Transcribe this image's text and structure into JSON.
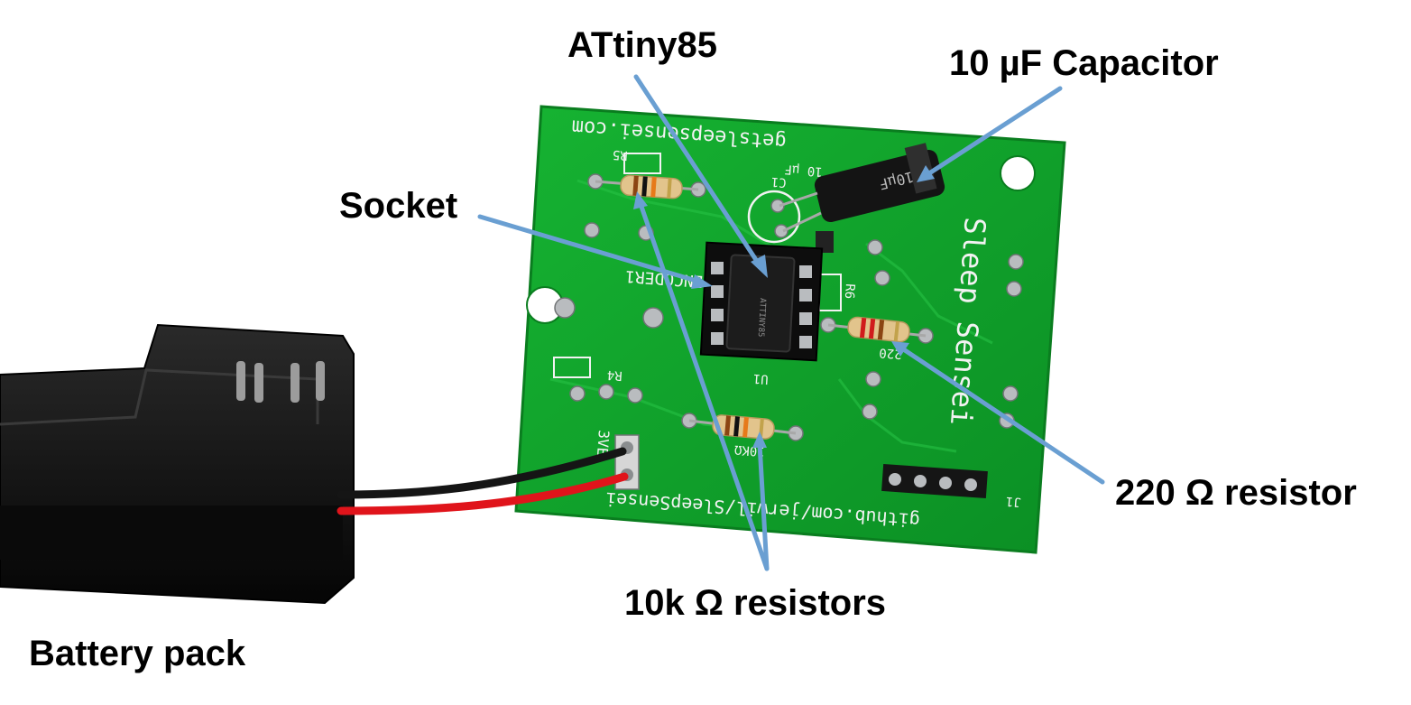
{
  "labels": {
    "attiny": "ATtiny85",
    "capacitor": "10 µF Capacitor",
    "socket": "Socket",
    "r220": "220 Ω resistor",
    "r10k": "10k Ω resistors",
    "battery": "Battery pack"
  },
  "silkscreen": {
    "website": "getsleepsensei.com",
    "github": "github.com/jerwil/SleepSensei",
    "brand": "Sleep Sensei",
    "encoder": "ENCODER1",
    "r5": "R5",
    "r4": "R4",
    "r6": "R6",
    "u1": "U1",
    "j1": "J1",
    "c1": "C1",
    "cap_value": "10 µF",
    "power": "3VE",
    "r220_code": "220",
    "r10k_code": "10KΩ"
  },
  "colors": {
    "pcb": "#0fa12a",
    "arrow": "#6a9fd2",
    "battery": "#111111",
    "wire_red": "#e0141b",
    "wire_black": "#151515"
  }
}
